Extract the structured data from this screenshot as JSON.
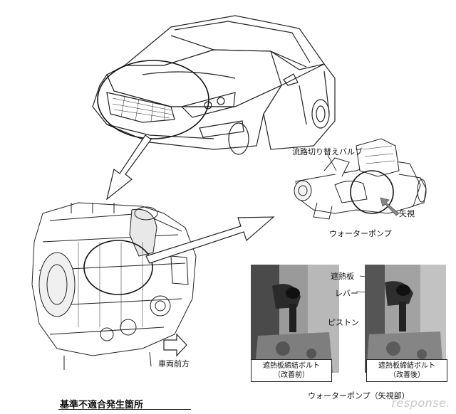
{
  "labels": {
    "flow_valve": "流路切り替えバルブ",
    "arrow_view": "矢視",
    "water_pump": "ウォーターポンプ",
    "heat_shield": "遮熱板",
    "lever": "レバー",
    "piston": "ピストン",
    "vehicle_front": "車両前方",
    "bolt_before_line1": "遮熱板締結ボルト",
    "bolt_before_line2": "（改善前）",
    "bolt_after_line1": "遮熱板締結ボルト",
    "bolt_after_line2": "（改善後）",
    "pump_view": "ウォーターポンプ（矢視部）",
    "nonconformity_location": "基準不適合発生箇所"
  },
  "watermark": "response.",
  "colors": {
    "line": "#222222",
    "photo_dark": "#3a3a3a",
    "photo_mid": "#8a8a8a",
    "arrow_fill": "#ffffff"
  }
}
